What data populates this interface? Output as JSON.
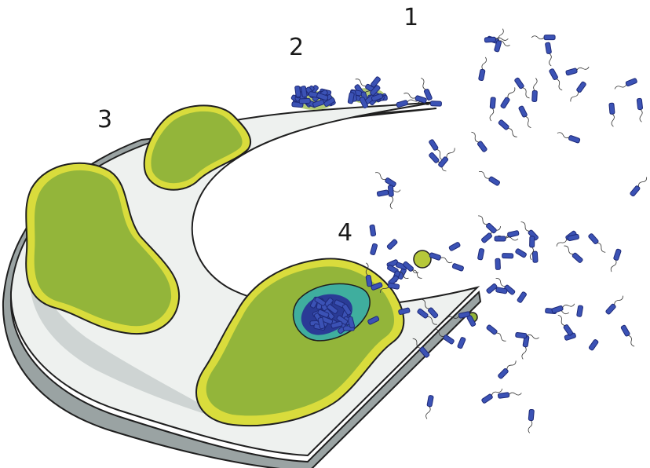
{
  "stage_labels": {
    "one": "1",
    "two": "2",
    "three": "3",
    "four": "4"
  },
  "illustration": {
    "colors": {
      "surface_top": "#eef1ef",
      "surface_edge": "#9aa3a3",
      "surface_shadow": "#b9c1c0",
      "outline": "#1f1f1f",
      "biofilm_green": "#93b53a",
      "biofilm_yellow": "#d9dc3c",
      "biofilm_teal": "#3fae9e",
      "bacteria_blue": "#3b52b5",
      "bacteria_dark": "#1e2a78"
    },
    "icons": [
      "bacterium-icon",
      "biofilm-colony-icon",
      "dispersal-cavity-icon"
    ]
  }
}
